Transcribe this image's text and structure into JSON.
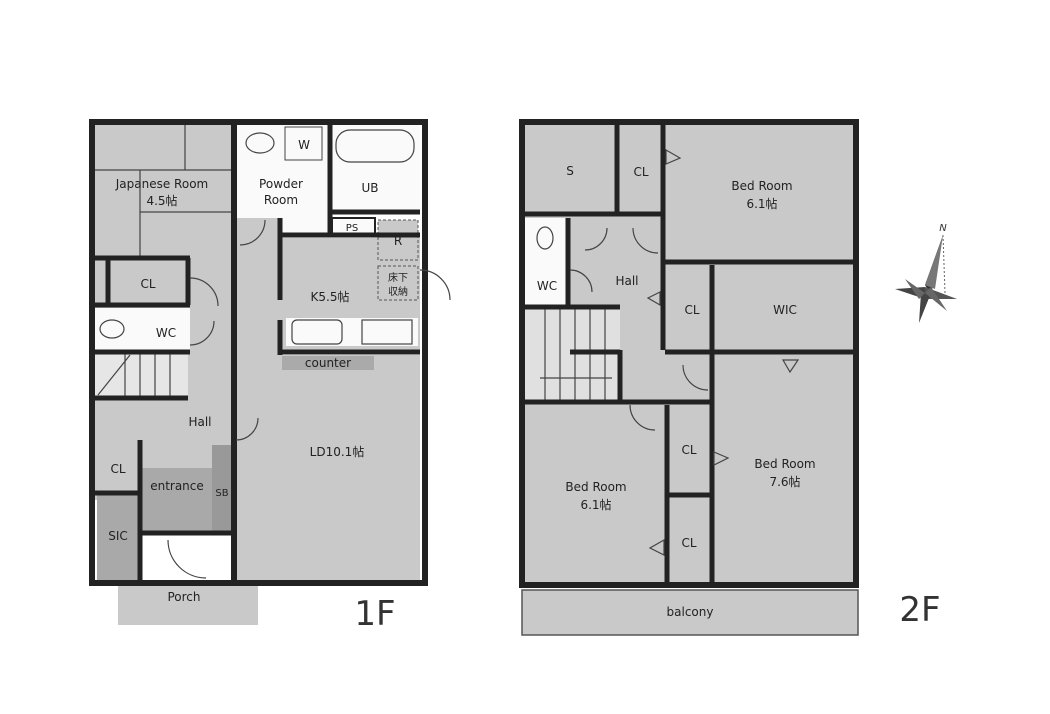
{
  "floor1": {
    "title": "1F",
    "rooms": {
      "japanese_room": {
        "name": "Japanese Room",
        "size": "4.5帖"
      },
      "closet_upper": "CL",
      "wc": "WC",
      "hall": "Hall",
      "closet_lower": "CL",
      "entrance": "entrance",
      "shoe_box": "SB",
      "sic": "SIC",
      "porch": "Porch",
      "powder_room": {
        "line1": "Powder",
        "line2": "Room"
      },
      "washer": "W",
      "unit_bath": "UB",
      "pipe_space": "PS",
      "refrigerator": "R",
      "underfloor_storage": {
        "line1": "床下",
        "line2": "収納"
      },
      "kitchen": "K5.5帖",
      "counter": "counter",
      "living_dining": "LD10.1帖"
    }
  },
  "floor2": {
    "title": "2F",
    "rooms": {
      "storage": "S",
      "closet_top": "CL",
      "bedroom_north": {
        "name": "Bed  Room",
        "size": "6.1帖"
      },
      "wc": "WC",
      "hall": "Hall",
      "closet_mid": "CL",
      "wic": "WIC",
      "bedroom_east": {
        "name": "Bed  Room",
        "size": "7.6帖"
      },
      "closet_low1": "CL",
      "closet_low2": "CL",
      "bedroom_south": {
        "name": "Bed  Room",
        "size": "6.1帖"
      },
      "balcony": "balcony"
    }
  },
  "compass": {
    "north_label": "N"
  }
}
